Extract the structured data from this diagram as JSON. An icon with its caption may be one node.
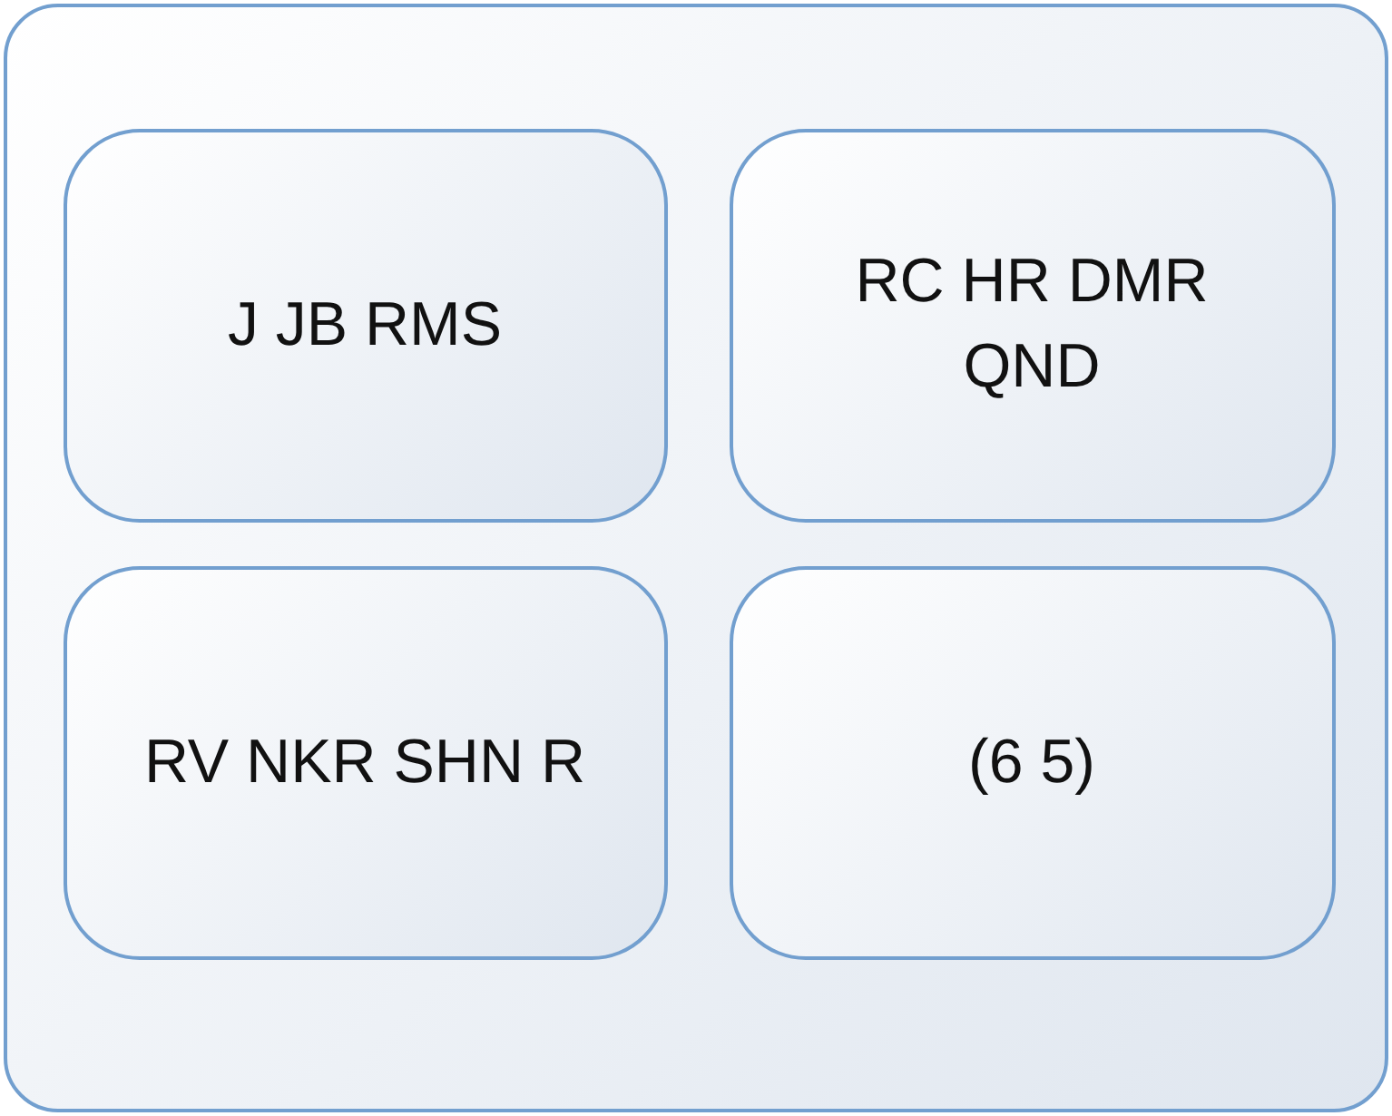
{
  "diagram": {
    "nodes": [
      {
        "text": [],
        "shape": "box"
      },
      {
        "text": [
          "J JB RMS"
        ],
        "in": 0
      },
      {
        "text": [
          "RC HR DMR QND"
        ],
        "in": 0
      },
      {
        "text": [
          "RV NKR SHN R"
        ],
        "in": 0
      },
      {
        "text": [
          "(6 5)"
        ],
        "in": 0
      }
    ]
  }
}
